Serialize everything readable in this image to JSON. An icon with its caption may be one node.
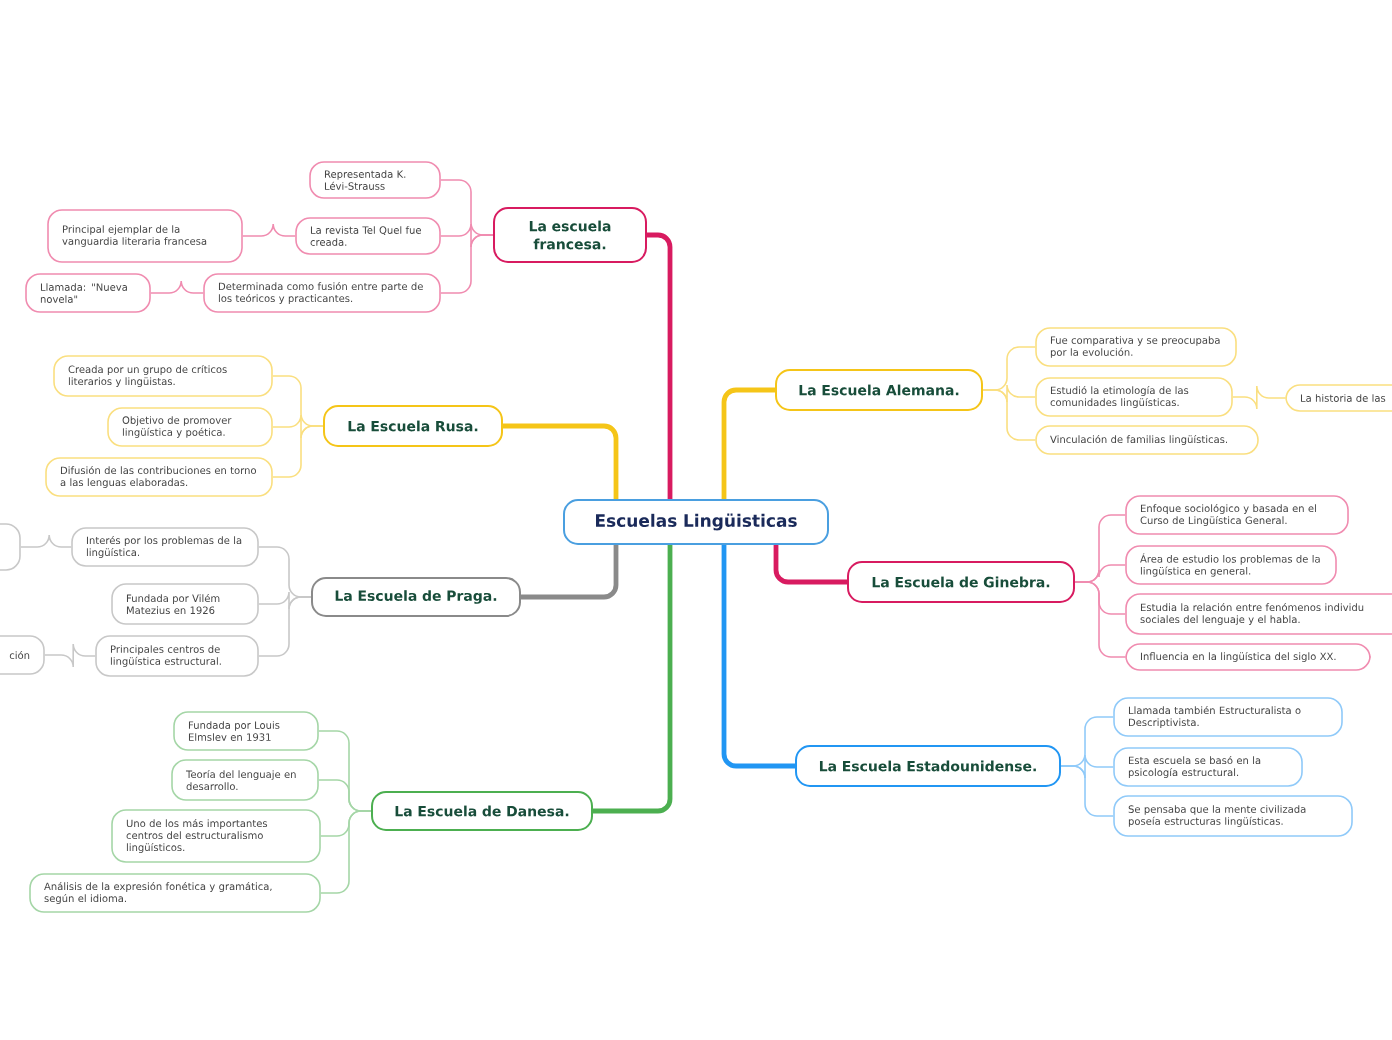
{
  "diagram": {
    "nodes": [
      {
        "text": [
          "Escuelas Lingüisticas"
        ]
      },
      {
        "text": [
          "La escuela francesa."
        ]
      },
      {
        "text": [
          "Representada K. Lévi-Strauss"
        ]
      },
      {
        "text": [
          "La revista Tel Quel fue creada."
        ]
      },
      {
        "text": [
          "Principal ejemplar de la vanguardia literaria francesa"
        ]
      },
      {
        "text": [
          "Determinada como fusión entre parte de los teóricos y practicantes."
        ]
      },
      {
        "text": [
          "Llamada: \"Nueva novela\""
        ]
      },
      {
        "text": [
          "La Escuela Rusa."
        ]
      },
      {
        "text": [
          "Creada por un grupo de críticos literarios y lingüistas."
        ]
      },
      {
        "text": [
          "Objetivo de promover lingüística y poética."
        ]
      },
      {
        "text": [
          "Difusión de las contribuciones en torno a las lenguas elaboradas."
        ]
      },
      {
        "text": [
          "La Escuela de Praga."
        ]
      },
      {
        "text": [
          "Interés por los problemas de la lingüística."
        ]
      },
      {
        "text": [],
        "shape": "box"
      },
      {
        "text": [
          "Fundada por Vilém Matezius en 1926"
        ]
      },
      {
        "text": [
          "Principales centros de lingüística estructural."
        ]
      },
      {
        "text": [
          "ción"
        ]
      },
      {
        "text": [
          "La Escuela de Danesa."
        ]
      },
      {
        "text": [
          "Fundada por Louis Elmslev en 1931"
        ]
      },
      {
        "text": [
          "Teoría del lenguaje en desarrollo."
        ]
      },
      {
        "text": [
          "Uno de los más importantes centros del estructuralismo lingüísticos."
        ]
      },
      {
        "text": [
          "Análisis de la expresión fonética y gramática, según el idioma."
        ]
      },
      {
        "text": [
          "La Escuela Alemana."
        ]
      },
      {
        "text": [
          "Fue comparativa y se preocupaba por la evolución."
        ]
      },
      {
        "text": [
          "Estudió la etimología de las comunidades lingüísticas."
        ]
      },
      {
        "text": [
          "La historia de las"
        ]
      },
      {
        "text": [
          "Vinculación de familias lingüísticas."
        ]
      },
      {
        "text": [
          "La Escuela de Ginebra."
        ]
      },
      {
        "text": [
          "Enfoque sociológico y basada en el Curso de Lingüística General."
        ]
      },
      {
        "text": [
          "Área de estudio los problemas de la lingüística en general."
        ]
      },
      {
        "text": [
          "Estudia la relación entre fenómenos individu sociales del lenguaje y el habla."
        ]
      },
      {
        "text": [
          "Influencia en la lingüística del siglo XX."
        ]
      },
      {
        "text": [
          "La Escuela Estadounidense."
        ]
      },
      {
        "text": [
          "Llamada también Estructuralista o Descriptivista."
        ]
      },
      {
        "text": [
          "Esta escuela se basó en la psicología estructural."
        ]
      },
      {
        "text": [
          "Se pensaba que la mente civilizada poseía estructuras lingüísticas."
        ]
      }
    ],
    "edges": [
      {
        "from": 0,
        "to": 1,
        "arrow": "none",
        "style": "thick",
        "color": "#d81b60"
      },
      {
        "from": 1,
        "to": 2,
        "arrow": "none",
        "color": "#f08cb0"
      },
      {
        "from": 1,
        "to": 3,
        "arrow": "none",
        "color": "#f08cb0"
      },
      {
        "from": 3,
        "to": 4,
        "arrow": "none",
        "color": "#f08cb0"
      },
      {
        "from": 1,
        "to": 5,
        "arrow": "none",
        "color": "#f08cb0"
      },
      {
        "from": 5,
        "to": 6,
        "arrow": "none",
        "color": "#f08cb0"
      },
      {
        "from": 0,
        "to": 7,
        "arrow": "none",
        "style": "thick",
        "color": "#f5c518"
      },
      {
        "from": 7,
        "to": 8,
        "arrow": "none",
        "color": "#fadf80"
      },
      {
        "from": 7,
        "to": 9,
        "arrow": "none",
        "color": "#fadf80"
      },
      {
        "from": 7,
        "to": 10,
        "arrow": "none",
        "color": "#fadf80"
      },
      {
        "from": 0,
        "to": 11,
        "arrow": "none",
        "style": "thick",
        "color": "#8a8a8a"
      },
      {
        "from": 11,
        "to": 12,
        "arrow": "none",
        "color": "#c8c8c8"
      },
      {
        "from": 12,
        "to": 13,
        "arrow": "none",
        "color": "#c8c8c8"
      },
      {
        "from": 11,
        "to": 14,
        "arrow": "none",
        "color": "#c8c8c8"
      },
      {
        "from": 11,
        "to": 15,
        "arrow": "none",
        "color": "#c8c8c8"
      },
      {
        "from": 15,
        "to": 16,
        "arrow": "none",
        "color": "#c8c8c8"
      },
      {
        "from": 0,
        "to": 17,
        "arrow": "none",
        "style": "thick",
        "color": "#4caf50"
      },
      {
        "from": 17,
        "to": 18,
        "arrow": "none",
        "color": "#a5d6a7"
      },
      {
        "from": 17,
        "to": 19,
        "arrow": "none",
        "color": "#a5d6a7"
      },
      {
        "from": 17,
        "to": 20,
        "arrow": "none",
        "color": "#a5d6a7"
      },
      {
        "from": 17,
        "to": 21,
        "arrow": "none",
        "color": "#a5d6a7"
      },
      {
        "from": 0,
        "to": 22,
        "arrow": "none",
        "style": "thick",
        "color": "#f5c518"
      },
      {
        "from": 22,
        "to": 23,
        "arrow": "none",
        "color": "#fadf80"
      },
      {
        "from": 22,
        "to": 24,
        "arrow": "none",
        "color": "#fadf80"
      },
      {
        "from": 24,
        "to": 25,
        "arrow": "none",
        "color": "#fadf80"
      },
      {
        "from": 22,
        "to": 26,
        "arrow": "none",
        "color": "#fadf80"
      },
      {
        "from": 0,
        "to": 27,
        "arrow": "none",
        "style": "thick",
        "color": "#d81b60"
      },
      {
        "from": 27,
        "to": 28,
        "arrow": "none",
        "color": "#f08cb0"
      },
      {
        "from": 27,
        "to": 29,
        "arrow": "none",
        "color": "#f08cb0"
      },
      {
        "from": 27,
        "to": 30,
        "arrow": "none",
        "color": "#f08cb0"
      },
      {
        "from": 27,
        "to": 31,
        "arrow": "none",
        "color": "#f08cb0"
      },
      {
        "from": 0,
        "to": 32,
        "arrow": "none",
        "style": "thick",
        "color": "#2196f3"
      },
      {
        "from": 32,
        "to": 33,
        "arrow": "none",
        "color": "#90caf9"
      },
      {
        "from": 32,
        "to": 34,
        "arrow": "none",
        "color": "#90caf9"
      },
      {
        "from": 32,
        "to": 35,
        "arrow": "none",
        "color": "#90caf9"
      }
    ]
  }
}
